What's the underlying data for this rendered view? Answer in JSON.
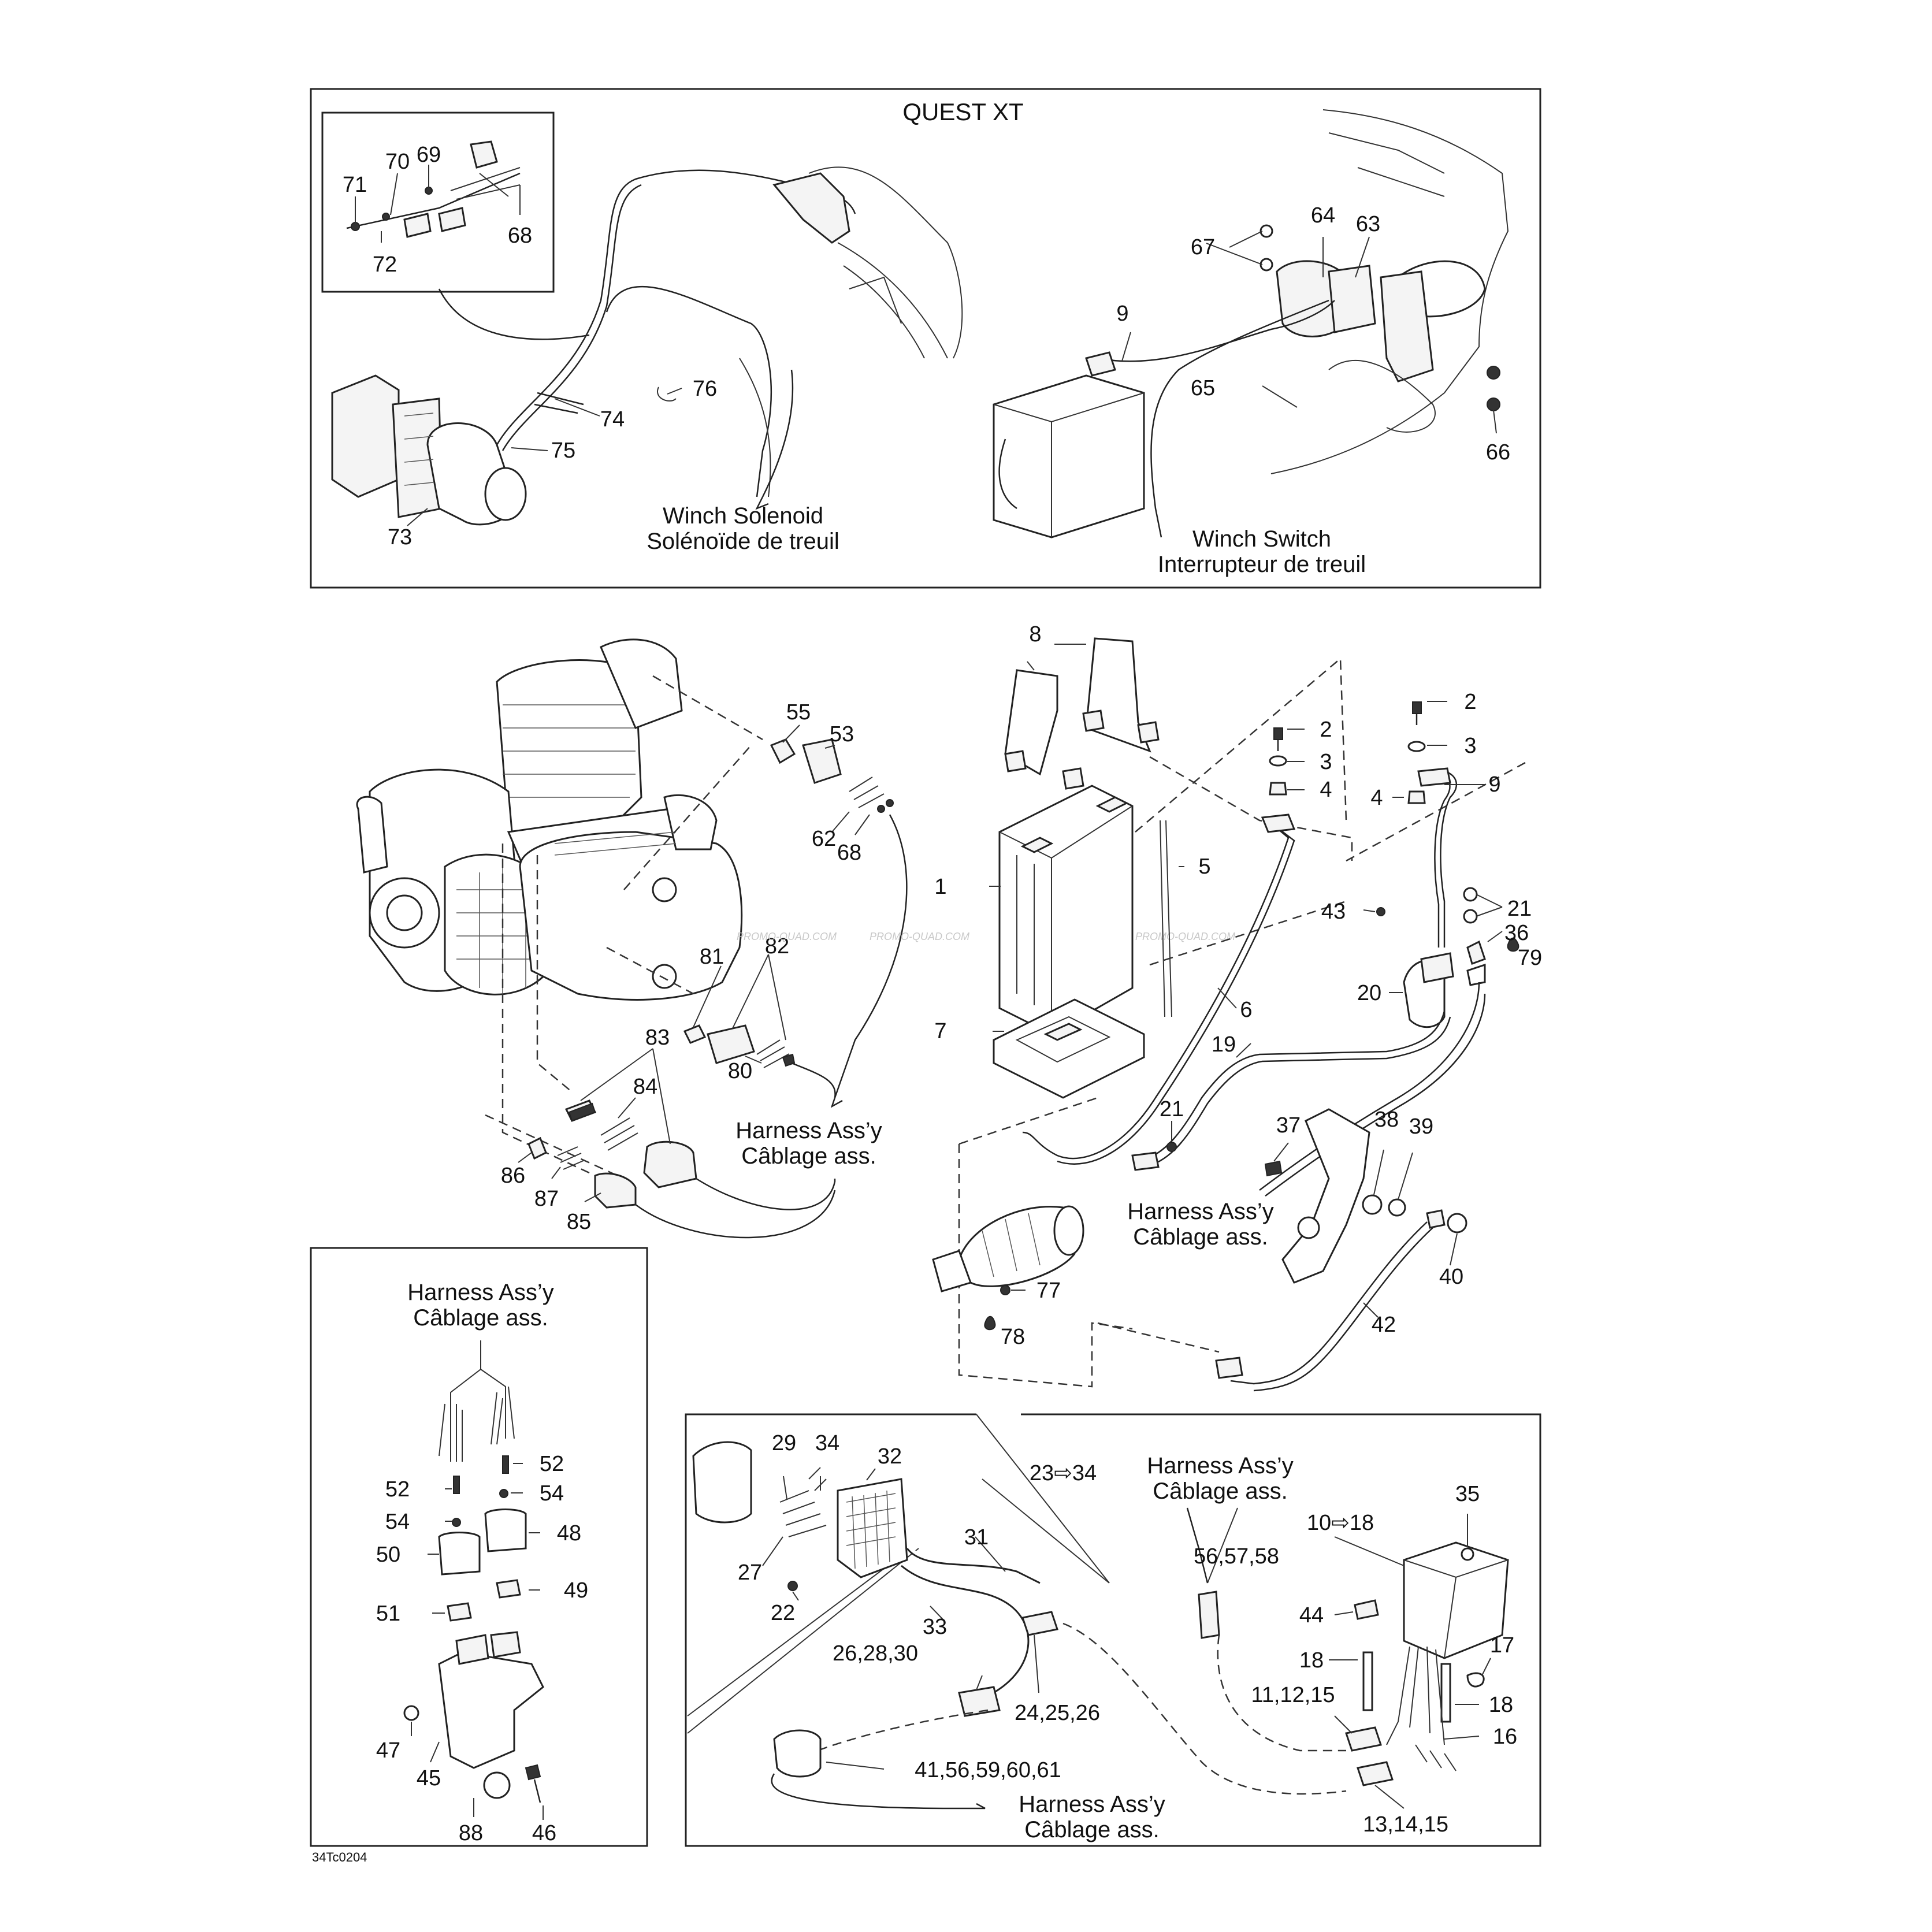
{
  "title": "QUEST XT",
  "figure_code": "34Tc0204",
  "watermark": "PROMO-QUAD.COM",
  "captions": {
    "winch_solenoid_en": "Winch Solenoid",
    "winch_solenoid_fr": "Solénoïde de treuil",
    "winch_switch_en": "Winch Switch",
    "winch_switch_fr": "Interrupteur de treuil",
    "harness_en": "Harness Ass’y",
    "harness_fr": "Câblage ass."
  },
  "callouts": {
    "c1": "1",
    "c2a": "2",
    "c2b": "2",
    "c3a": "3",
    "c3b": "3",
    "c4a": "4",
    "c4b": "4",
    "c5": "5",
    "c6": "6",
    "c7": "7",
    "c8": "8",
    "c9a": "9",
    "c9b": "9",
    "c10_18": "10⇨18",
    "c11": "11,12,15",
    "c13": "13,14,15",
    "c16": "16",
    "c17": "17",
    "c18a": "18",
    "c18b": "18",
    "c19": "19",
    "c20": "20",
    "c21a": "21",
    "c21b": "21",
    "c22": "22",
    "c23_34": "23⇨34",
    "c24": "24,25,26",
    "c26": "26,28,30",
    "c27": "27",
    "c29": "29",
    "c31": "31",
    "c32": "32",
    "c33": "33",
    "c34": "34",
    "c35": "35",
    "c36": "36",
    "c37": "37",
    "c38": "38",
    "c39": "39",
    "c40": "40",
    "c41": "41,56,59,60,61",
    "c42": "42",
    "c43": "43",
    "c44": "44",
    "c45": "45",
    "c46": "46",
    "c47": "47",
    "c48": "48",
    "c49": "49",
    "c50": "50",
    "c51": "51",
    "c52a": "52",
    "c52b": "52",
    "c53": "53",
    "c54a": "54",
    "c54b": "54",
    "c55": "55",
    "c56": "56,57,58",
    "c62": "62",
    "c63": "63",
    "c64": "64",
    "c65": "65",
    "c66": "66",
    "c67": "67",
    "c68a": "68",
    "c68b": "68",
    "c69": "69",
    "c70": "70",
    "c71": "71",
    "c72": "72",
    "c73": "73",
    "c74": "74",
    "c75": "75",
    "c76": "76",
    "c77": "77",
    "c78": "78",
    "c79": "79",
    "c80": "80",
    "c81": "81",
    "c82": "82",
    "c83": "83",
    "c84": "84",
    "c85": "85",
    "c86": "86",
    "c87": "87",
    "c88": "88"
  }
}
